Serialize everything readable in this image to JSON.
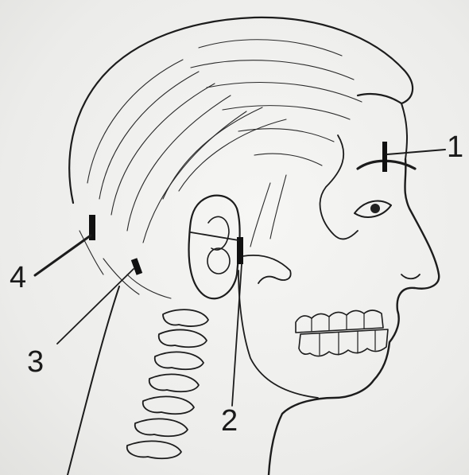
{
  "figure": {
    "markers": [
      {
        "id": "1",
        "label": "1"
      },
      {
        "id": "2",
        "label": "2"
      },
      {
        "id": "3",
        "label": "3"
      },
      {
        "id": "4",
        "label": "4"
      }
    ]
  }
}
